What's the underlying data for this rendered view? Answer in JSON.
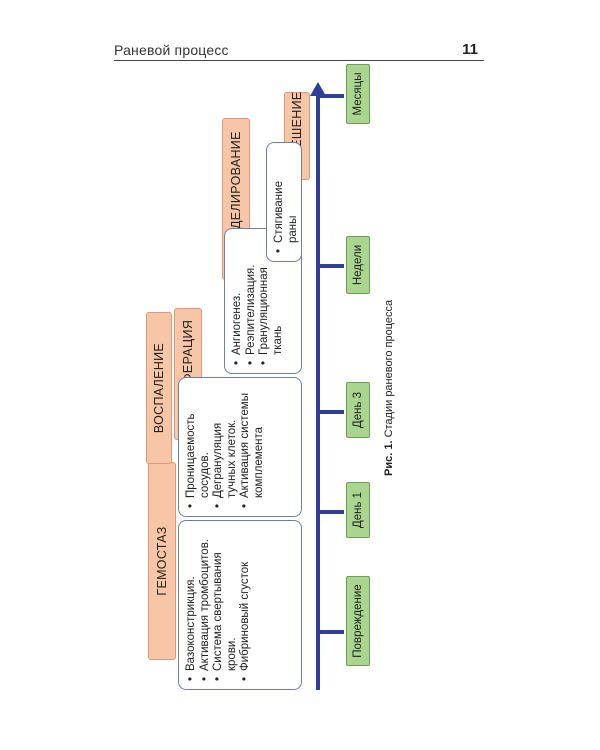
{
  "header": {
    "title": "Раневой процесс",
    "page_number": "11"
  },
  "figure": {
    "caption_label": "Рис. 1.",
    "caption_text": "Стадии раневого процесса",
    "phases": [
      "ГЕМОСТАЗ",
      "ВОСПАЛЕНИЕ",
      "ПРОЛИФЕРАЦИЯ",
      "РЕМОДЕЛИРОВАНИЕ",
      "РАЗРЕШЕНИЕ"
    ],
    "boxes": [
      {
        "items": [
          "Вазоконстрикция.",
          "Активация тромбоцитов.",
          "Система свертывания крови.",
          "Фибриновый сгусток"
        ]
      },
      {
        "items": [
          "Проницаемость сосудов.",
          "Дегрануляция тучных клеток.",
          "Активация системы комплемента"
        ]
      },
      {
        "items": [
          "Ангиогенез.",
          "Реэпителизация.",
          "Грануляционная ткань"
        ]
      },
      {
        "items": [
          "Стягивание раны"
        ]
      }
    ],
    "timeline": [
      "Повреждение",
      "День 1",
      "День 3",
      "Недели",
      "Месяцы"
    ],
    "colors": {
      "phase_fill": "#f7c6a6",
      "time_fill": "#a9d58f",
      "axis": "#2f3f96"
    }
  }
}
